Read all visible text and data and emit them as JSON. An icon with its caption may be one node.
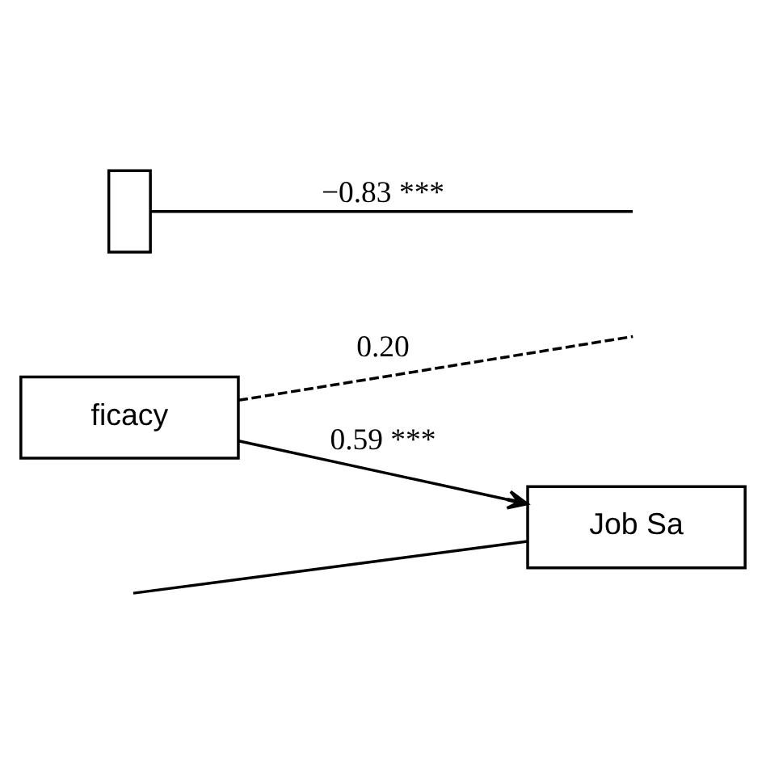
{
  "diagram": {
    "nodes": [
      {
        "text": [
          "ficacy"
        ]
      },
      {
        "text": [
          "Job Sa"
        ]
      },
      {
        "text": [],
        "shape": "box"
      }
    ],
    "edges": [
      {
        "from": 0,
        "to": 1,
        "arrow": "to",
        "label": "0.59 ***"
      },
      {
        "from": 0,
        "to": null,
        "arrow": "none",
        "style": "dashed",
        "label": "0.20"
      },
      {
        "from": null,
        "to": 1,
        "arrow": "none"
      },
      {
        "from": 2,
        "to": null,
        "arrow": "none",
        "label": "−0.83 ***"
      }
    ]
  }
}
